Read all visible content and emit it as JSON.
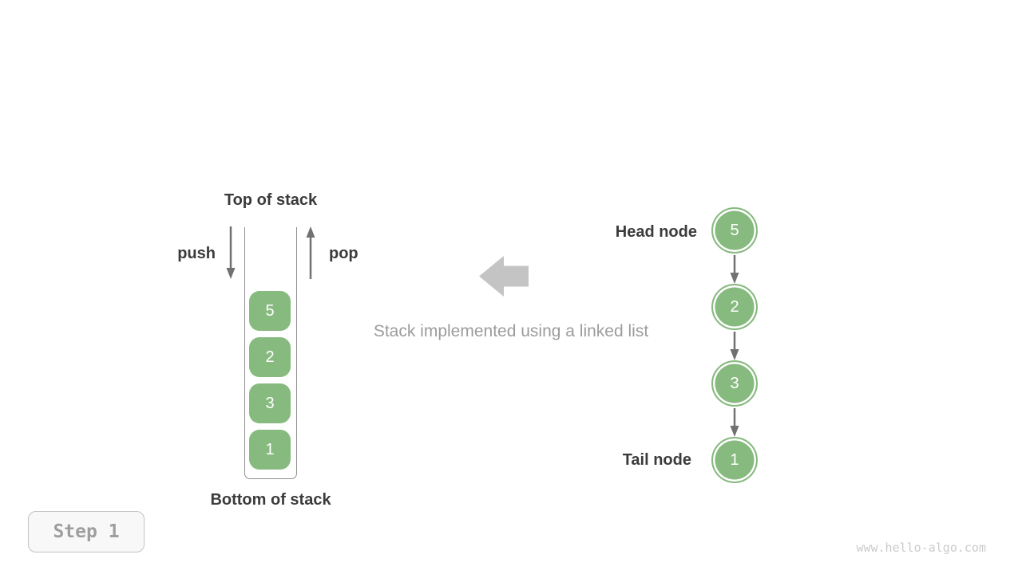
{
  "colors": {
    "node_green": "#87ba7f",
    "label_dark": "#3b3b3b",
    "arrow_gray": "#717171",
    "big_arrow_gray": "#c4c4c4",
    "caption_gray": "#9c9c9c",
    "container_wall": "#8f8f8f",
    "step_text": "#9e9e9e",
    "step_border": "#c2c2c2",
    "step_bg": "#f8f8f8",
    "watermark_gray": "#cbcbcb"
  },
  "stack": {
    "top_label": "Top of stack",
    "bottom_label": "Bottom of stack",
    "push_label": "push",
    "pop_label": "pop",
    "items": [
      "5",
      "2",
      "3",
      "1"
    ]
  },
  "caption": "Stack implemented using a linked list",
  "linked_list": {
    "head_label": "Head node",
    "tail_label": "Tail node",
    "nodes": [
      "5",
      "2",
      "3",
      "1"
    ]
  },
  "step_badge": "Step 1",
  "watermark": "www.hello-algo.com"
}
